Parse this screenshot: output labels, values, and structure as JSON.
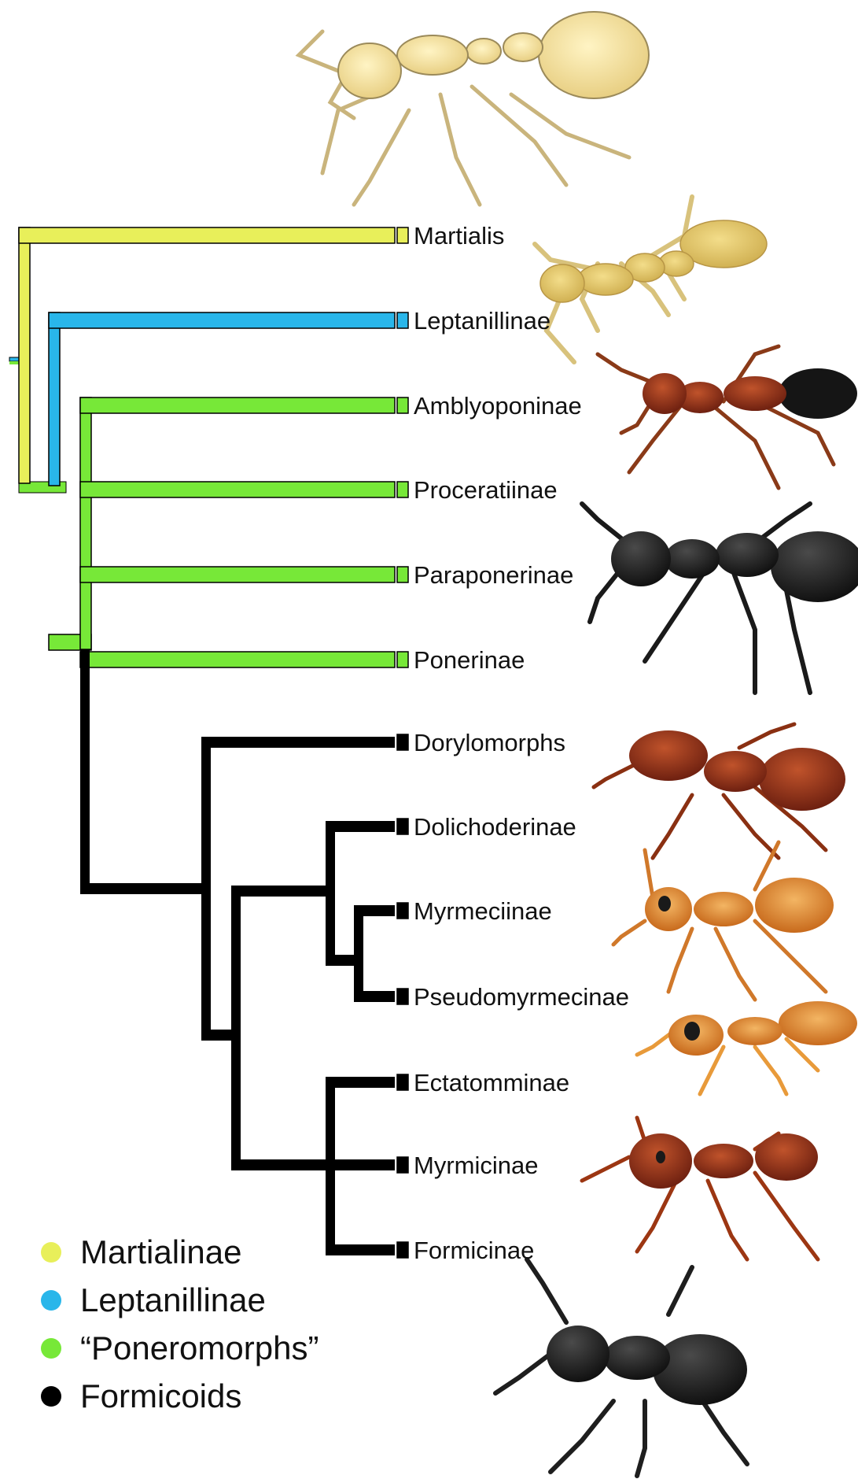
{
  "colors": {
    "martialinae": "#e8ef5a",
    "leptanillinae": "#29b6ea",
    "poneromorphs": "#77e838",
    "formicoids": "#000000"
  },
  "taxa": [
    "Martialis",
    "Leptanillinae",
    "Amblyoponinae",
    "Proceratiinae",
    "Paraponerinae",
    "Ponerinae",
    "Dorylomorphs",
    "Dolichoderinae",
    "Myrmeciinae",
    "Pseudomyrmecinae",
    "Ectatomminae",
    "Myrmicinae",
    "Formicinae"
  ],
  "legend": [
    {
      "label": "Martialinae",
      "color": "#e8ef5a"
    },
    {
      "label": "Leptanillinae",
      "color": "#29b6ea"
    },
    {
      "label": "“Poneromorphs”",
      "color": "#77e838"
    },
    {
      "label": "Formicoids",
      "color": "#000000"
    }
  ],
  "illustrations": [
    "pale-yellow-ant-drawing",
    "yellow-ant-photo",
    "red-black-ant-photo",
    "black-long-jawed-ant-photo",
    "red-ant-photo",
    "orange-ant-photo",
    "pale-orange-ant-photo",
    "rust-red-ant-photo",
    "black-ant-photo"
  ]
}
